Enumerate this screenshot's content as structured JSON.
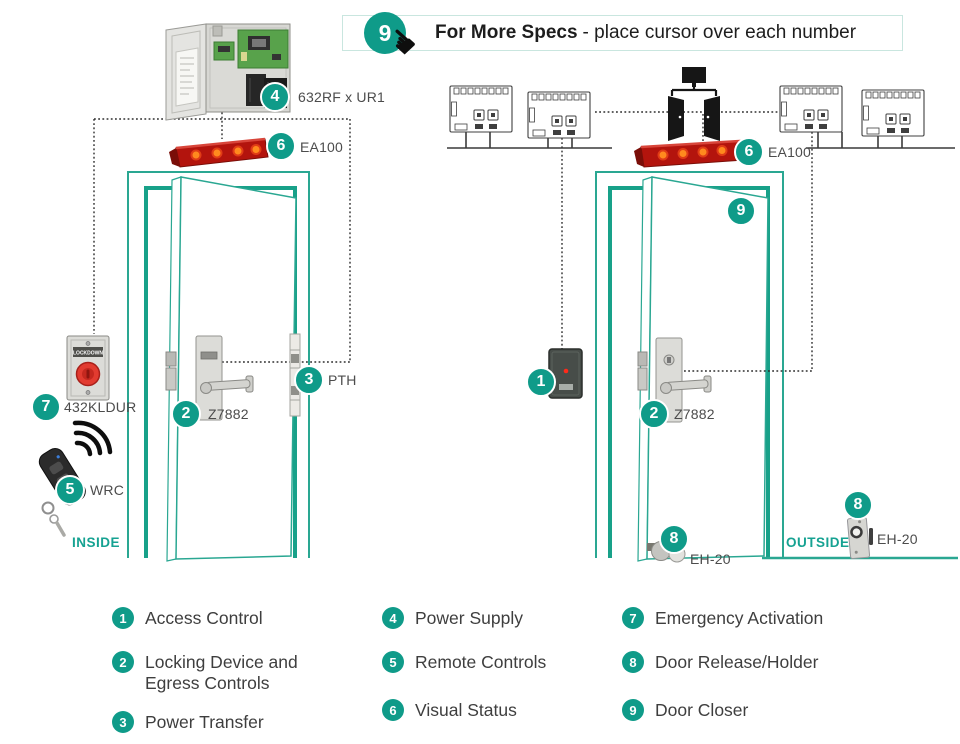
{
  "banner": {
    "badge": "9",
    "title_bold": "For More Specs",
    "title_rest": "- place  cursor over each number"
  },
  "callouts": {
    "power_supply": {
      "num": "4",
      "label": "632RF x UR1"
    },
    "visual_status_left": {
      "num": "6",
      "label": "EA100"
    },
    "power_transfer": {
      "num": "3",
      "label": "PTH"
    },
    "locking_left": {
      "num": "2",
      "label": "Z7882"
    },
    "emergency": {
      "num": "7",
      "label": "432KLDUR"
    },
    "remote": {
      "num": "5",
      "label": "WRC"
    },
    "visual_status_right": {
      "num": "6",
      "label": "EA100"
    },
    "door_closer": {
      "num": "9"
    },
    "access_control": {
      "num": "1"
    },
    "locking_right": {
      "num": "2",
      "label": "Z7882"
    },
    "door_holder": {
      "num": "8",
      "label": "EH-20"
    },
    "wall_holder": {
      "num": "8",
      "label": "EH-20"
    }
  },
  "zones": {
    "inside": "INSIDE",
    "outside": "OUTSIDE"
  },
  "hardware_text": {
    "lockdown": "LOCKDOWN"
  },
  "legend": {
    "items": [
      {
        "num": "1",
        "label": "Access Control"
      },
      {
        "num": "2",
        "label": "Locking Device and Egress Controls"
      },
      {
        "num": "3",
        "label": "Power Transfer"
      },
      {
        "num": "4",
        "label": "Power Supply"
      },
      {
        "num": "5",
        "label": "Remote Controls"
      },
      {
        "num": "6",
        "label": "Visual Status"
      },
      {
        "num": "7",
        "label": "Emergency Activation"
      },
      {
        "num": "8",
        "label": "Door Release/Holder"
      },
      {
        "num": "9",
        "label": "Door Closer"
      }
    ]
  },
  "colors": {
    "accent_teal": "#0f9b89",
    "led_orange": "#ff8a1e",
    "alarm_red": "#b3140d",
    "button_red": "#e23b30"
  }
}
